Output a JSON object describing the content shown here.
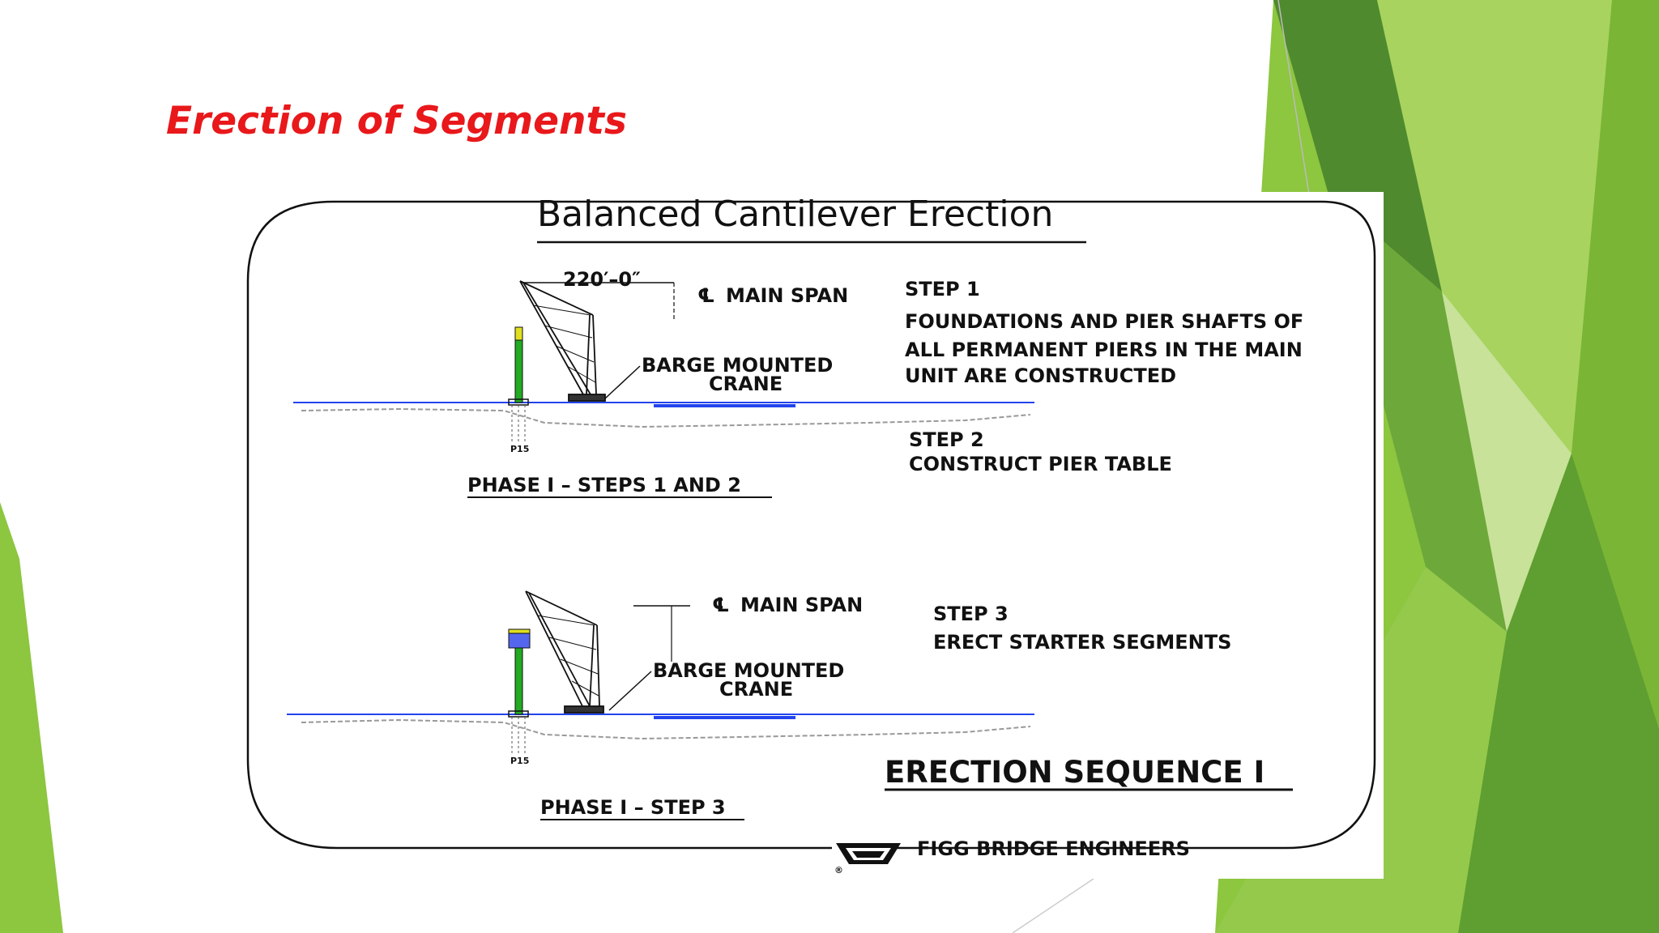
{
  "slide": {
    "title": "Erection of Segments",
    "theme": {
      "title_color": "#e8181b",
      "accent_green_light": "#8dc63f",
      "accent_green_dark": "#4f8a2f"
    }
  },
  "figure": {
    "title": "Balanced Cantilever Erection",
    "phase1": {
      "dimension": "220′–0″",
      "centerline_symbol": "℄",
      "centerline_label": "MAIN  SPAN",
      "crane_label_line1": "BARGE  MOUNTED",
      "crane_label_line2": "CRANE",
      "pier_tag": "P15",
      "caption": "PHASE  I – STEPS  1  AND   2",
      "step1_heading": "STEP  1",
      "step1_lines": [
        "FOUNDATIONS  AND  PIER  SHAFTS  OF",
        "ALL  PERMANENT  PIERS  IN   THE  MAIN",
        "UNIT  ARE  CONSTRUCTED"
      ],
      "step2_heading": "STEP  2",
      "step2_text": "CONSTRUCT  PIER  TABLE"
    },
    "phase2": {
      "centerline_symbol": "℄",
      "centerline_label": "MAIN  SPAN",
      "crane_label_line1": "BARGE  MOUNTED",
      "crane_label_line2": "CRANE",
      "pier_tag": "P15",
      "caption": "PHASE  I  –  STEP  3",
      "step3_heading": "STEP  3",
      "step3_text": "ERECT  STARTER  SEGMENTS"
    },
    "sequence_title": "ERECTION SEQUENCE I",
    "company": "FIGG  BRIDGE  ENGINEERS",
    "logo_mark": "®",
    "colors": {
      "pier": "#22aa22",
      "pier_cap": "#e0e020",
      "segment": "#5566ee",
      "water": "#2244ee",
      "ink": "#111111"
    }
  }
}
